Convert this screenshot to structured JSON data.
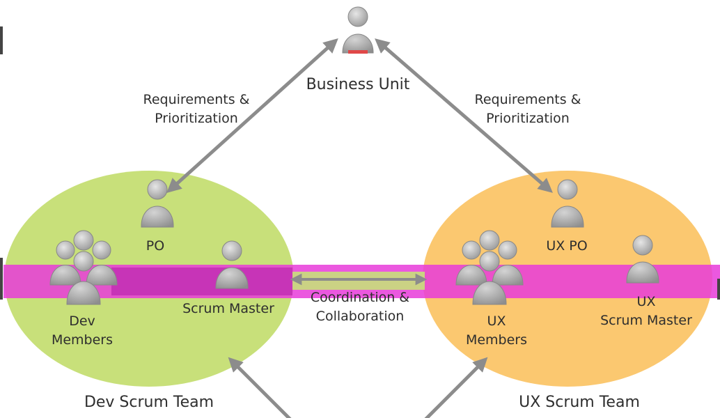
{
  "nodes": {
    "business_unit": "Business Unit",
    "po": "PO",
    "dev_scrum_master": "Scrum Master",
    "dev_members_line1": "Dev",
    "dev_members_line2": "Members",
    "ux_po": "UX PO",
    "ux_members_line1": "UX",
    "ux_members_line2": "Members",
    "ux_scrum_master_line1": "UX",
    "ux_scrum_master_line2": "Scrum Master"
  },
  "edges": {
    "left_req_line1": "Requirements &",
    "left_req_line2": "Prioritization",
    "right_req_line1": "Requirements &",
    "right_req_line2": "Prioritization",
    "coord_line1": "Coordination &",
    "coord_line2": "Collaboration"
  },
  "teams": {
    "dev_team": "Dev Scrum Team",
    "ux_team": "UX Scrum Team"
  },
  "colors": {
    "dev_ellipse": "#c8e07a",
    "ux_ellipse": "#fbc870",
    "person": "#a9a9a9",
    "arrow": "#8c8c8c",
    "glitch_magenta": "#e83bd9"
  }
}
